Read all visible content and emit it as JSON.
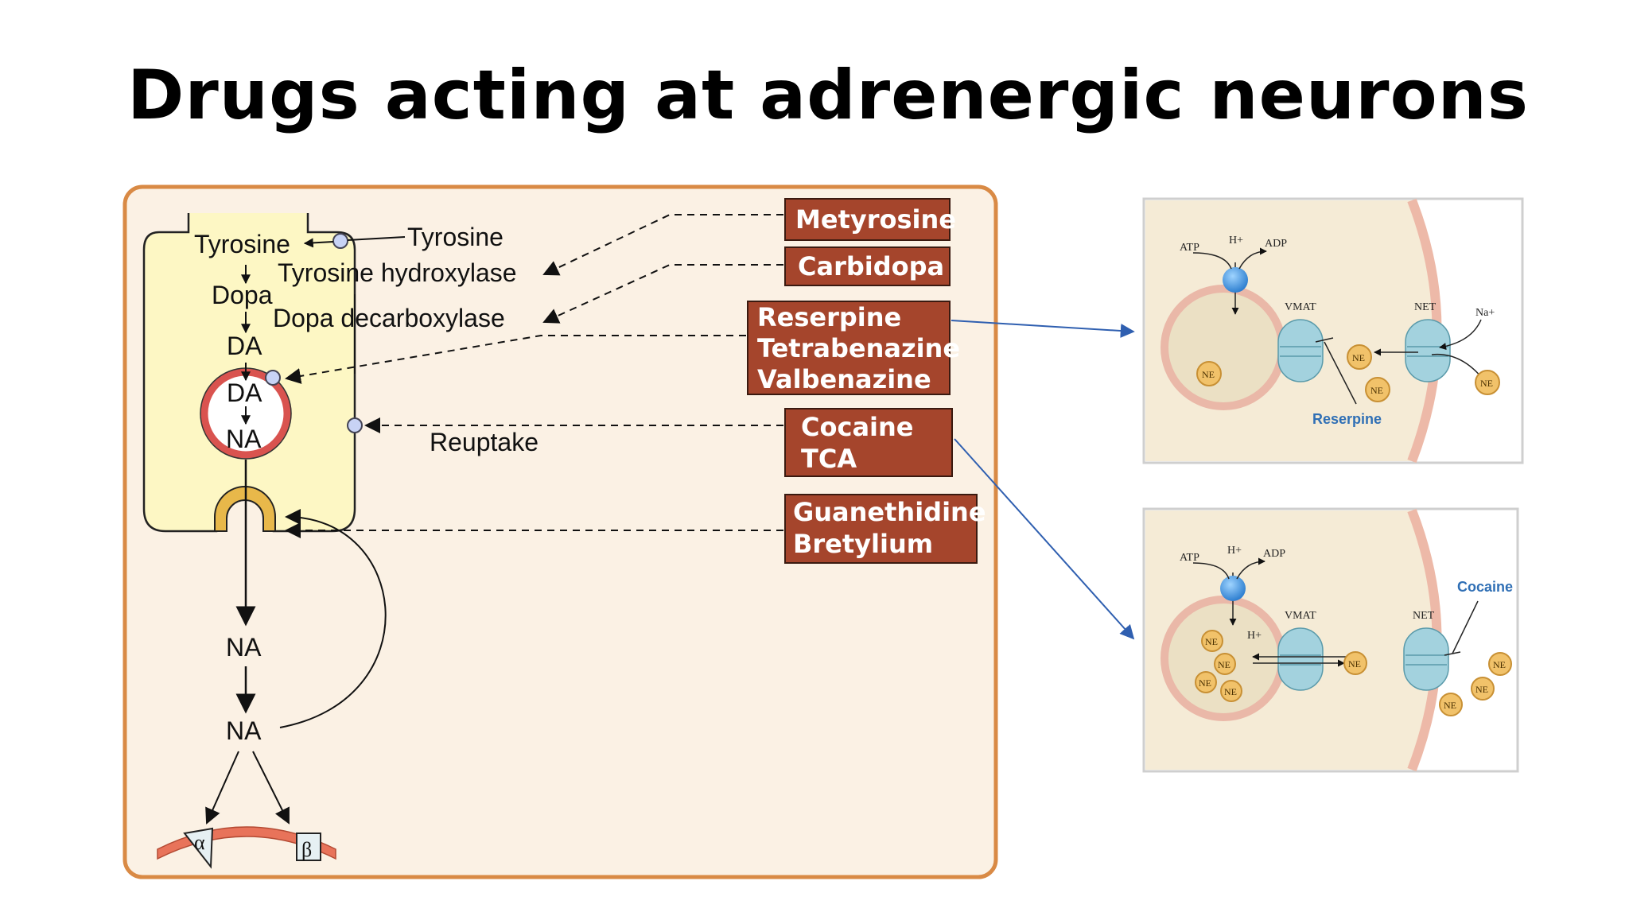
{
  "title": "Drugs acting at adrenergic neurons",
  "neuron": {
    "tyrosine_outside": "Tyrosine",
    "tyrosine_inside": "Tyrosine",
    "tyrosine_hydroxylase": "Tyrosine hydroxylase",
    "dopa": "Dopa",
    "dopa_decarboxylase": "Dopa decarboxylase",
    "da_cytoplasm": "DA",
    "da_vesicle": "DA",
    "na_vesicle": "NA",
    "reuptake": "Reuptake",
    "na_cleft": "NA",
    "na_receptor": "NA",
    "alpha": "α",
    "beta": "β"
  },
  "drugs": {
    "metyrosine": "Metyrosine",
    "carbidopa": "Carbidopa",
    "reserpine": "Reserpine",
    "tetrabenazine": "Tetrabenazine",
    "valbenazine": "Valbenazine",
    "cocaine": "Cocaine",
    "tca": "TCA",
    "guanethidine": "Guanethidine",
    "bretylium": "Bretylium"
  },
  "inset_top": {
    "atp": "ATP",
    "h": "H+",
    "adp": "ADP",
    "vmat": "VMAT",
    "net": "NET",
    "na": "Na+",
    "ne": "NE",
    "drug_label": "Reserpine"
  },
  "inset_bottom": {
    "atp": "ATP",
    "h": "H+",
    "adp": "ADP",
    "vmat": "VMAT",
    "net": "NET",
    "h_inner": "H+",
    "ne": "NE",
    "drug_label": "Cocaine"
  },
  "colors": {
    "drug_box": "#a5452c",
    "panel_border": "#d98a45",
    "panel_bg": "#fbf1e4",
    "neuron_fill": "#fdf7c4",
    "vesicle_ring": "#d9534f",
    "arrow_blue": "#2f5fb0"
  }
}
